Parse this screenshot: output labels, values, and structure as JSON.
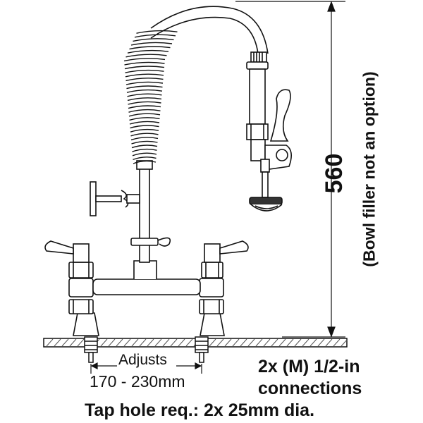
{
  "labels": {
    "dimension_value": "560",
    "dimension_note": "(Bowl filler not an option)",
    "adjusts_label": "Adjusts",
    "adjusts_range": "170 - 230mm",
    "connections_line1": "2x (M) 1/2-in",
    "connections_line2": "connections",
    "tap_hole_note": "Tap hole req.: 2x 25mm dia."
  },
  "colors": {
    "line": "#111111",
    "fill": "#ffffff",
    "shade": "#cccccc",
    "hatch": "#555555"
  }
}
